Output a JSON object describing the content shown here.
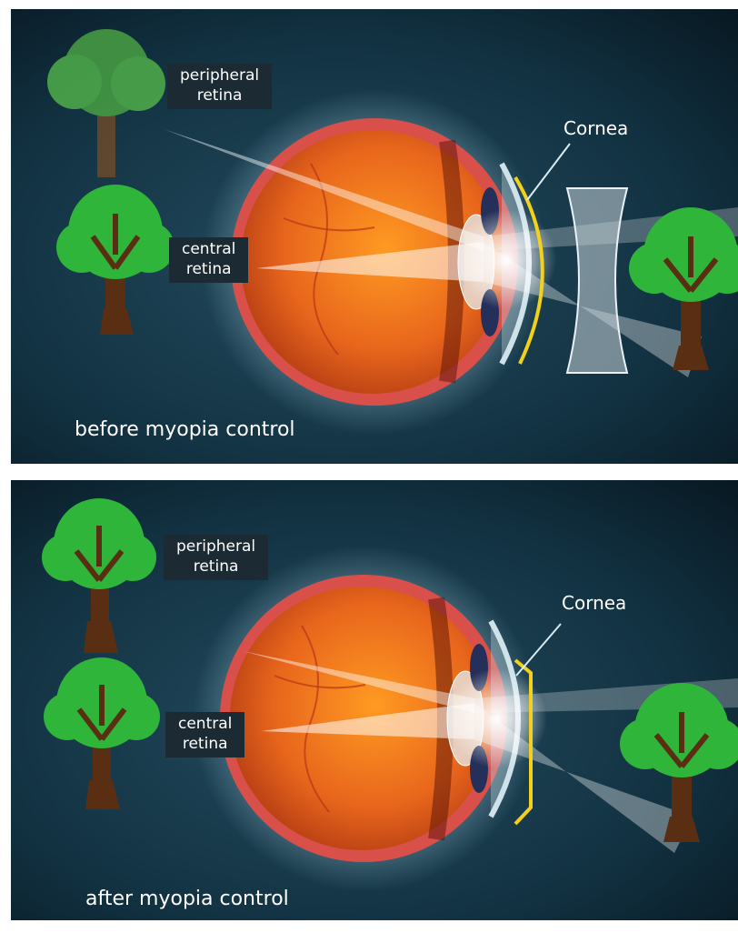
{
  "panels": {
    "top": {
      "peripheral_label": [
        "peripheral",
        "retina"
      ],
      "central_label": [
        "central",
        "retina"
      ],
      "cornea_label": "Cornea",
      "caption": "before myopia control"
    },
    "bottom": {
      "peripheral_label": [
        "peripheral",
        "retina"
      ],
      "central_label": [
        "central",
        "retina"
      ],
      "cornea_label": "Cornea",
      "caption": "after myopia control"
    }
  },
  "colors": {
    "background": "#0b2430",
    "eyeball": "#e8661c",
    "sclera": "#d9504a",
    "cornea_marker": "#f3d11a",
    "leaf": "#2fb53a",
    "trunk": "#5a2e12"
  }
}
